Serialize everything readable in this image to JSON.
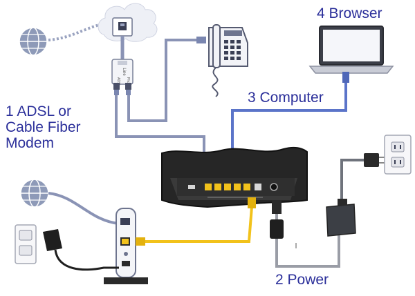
{
  "labels": {
    "browser": "4 Browser",
    "computer": "3 Computer",
    "modem_lines": [
      "1 ADSL or",
      "Cable Fiber",
      "Modem"
    ],
    "power": "2 Power"
  },
  "splitter": {
    "line_text": "Line",
    "adsl_text": "ADSL",
    "phone_text": "Phone"
  },
  "icons": [
    "internet-globe-icon",
    "cloud-icon",
    "wall-jack-icon",
    "telephone-icon",
    "laptop-icon",
    "router-icon",
    "modem-icon",
    "power-adapter-icon",
    "wall-outlet-icon",
    "ferrite-bead-icon"
  ],
  "colors": {
    "label_text": "#2b2f9a",
    "ethernet_blue": "#5b74c9",
    "ethernet_yellow": "#f2c21b",
    "phone_cable": "#8a93b5",
    "router_body": "#2a2a2a"
  }
}
